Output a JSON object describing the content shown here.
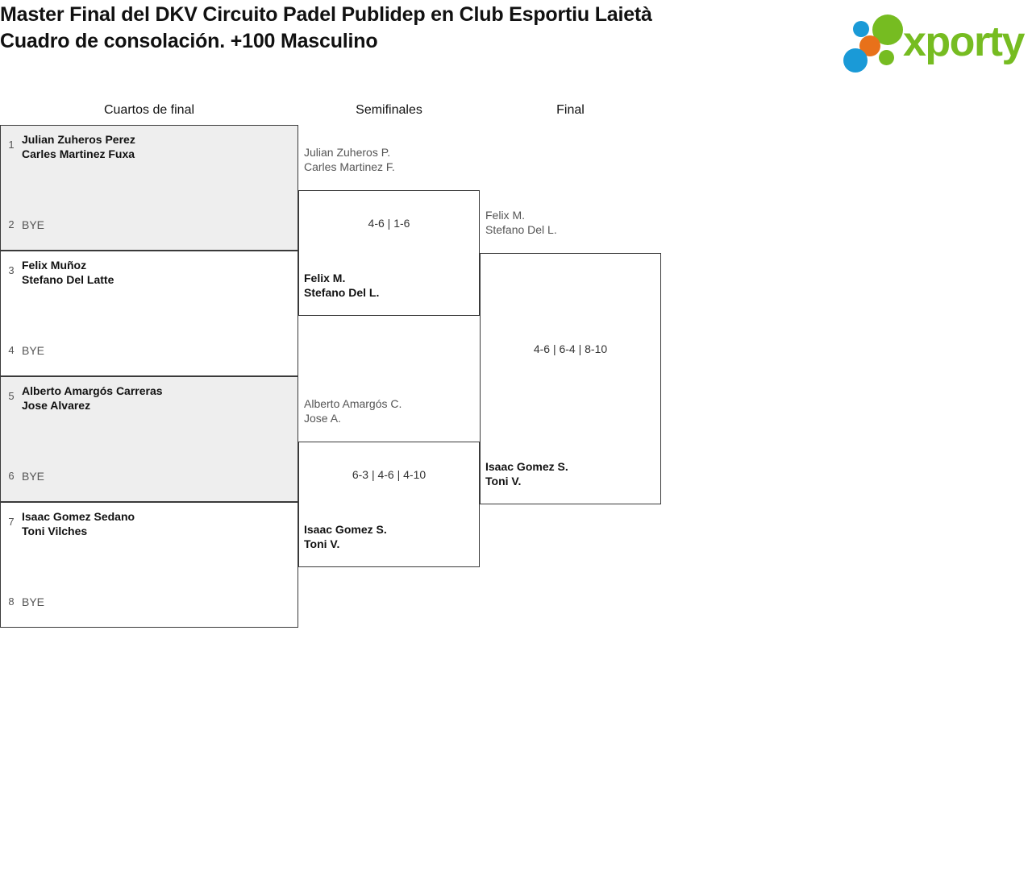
{
  "header": {
    "title_lines": [
      "Master Final del DKV Circuito Padel Publidep en Club Esportiu Laietà",
      "Cuadro de consolación. +100 Masculino"
    ],
    "logo": {
      "wordmark": "xporty",
      "colors": {
        "green": "#76bc21",
        "blue": "#1a9ad7",
        "orange": "#e8711a"
      }
    }
  },
  "bracket": {
    "rounds": [
      {
        "label": "Cuartos de final"
      },
      {
        "label": "Semifinales"
      },
      {
        "label": "Final"
      }
    ],
    "quarterfinals": [
      {
        "top": {
          "seed": "1",
          "players": [
            "Julian Zuheros Perez",
            "Carles Martinez Fuxa"
          ]
        },
        "bottom": {
          "seed": "2",
          "players": [
            "BYE"
          ],
          "bye": true
        }
      },
      {
        "top": {
          "seed": "3",
          "players": [
            "Felix Muñoz",
            "Stefano Del Latte"
          ]
        },
        "bottom": {
          "seed": "4",
          "players": [
            "BYE"
          ],
          "bye": true
        }
      },
      {
        "top": {
          "seed": "5",
          "players": [
            "Alberto Amargós Carreras",
            "Jose Alvarez"
          ]
        },
        "bottom": {
          "seed": "6",
          "players": [
            "BYE"
          ],
          "bye": true
        }
      },
      {
        "top": {
          "seed": "7",
          "players": [
            "Isaac Gomez Sedano",
            "Toni Vilches"
          ]
        },
        "bottom": {
          "seed": "8",
          "players": [
            "BYE"
          ],
          "bye": true
        }
      }
    ],
    "semifinals": [
      {
        "score": "4-6 | 1-6",
        "top": {
          "players": [
            "Julian Zuheros P.",
            "Carles Martinez F."
          ],
          "winner": false
        },
        "bottom": {
          "players": [
            "Felix M.",
            "Stefano Del L."
          ],
          "winner": true
        }
      },
      {
        "score": "6-3 | 4-6 | 4-10",
        "top": {
          "players": [
            "Alberto Amargós C.",
            "Jose A."
          ],
          "winner": false
        },
        "bottom": {
          "players": [
            "Isaac Gomez S.",
            "Toni V."
          ],
          "winner": true
        }
      }
    ],
    "final": {
      "score": "4-6 | 6-4 | 8-10",
      "top": {
        "players": [
          "Felix M.",
          "Stefano Del L."
        ],
        "winner": false
      },
      "bottom": {
        "players": [
          "Isaac Gomez S.",
          "Toni V."
        ],
        "winner": true
      }
    }
  }
}
